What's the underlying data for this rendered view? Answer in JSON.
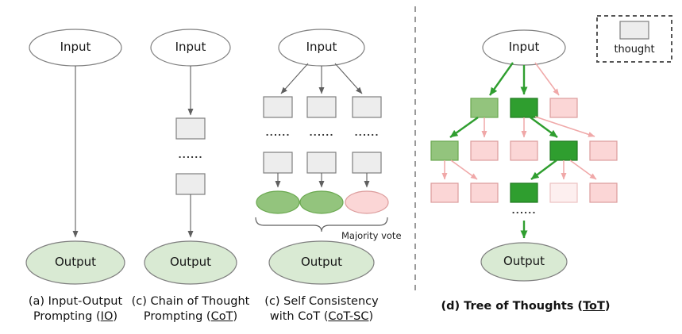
{
  "colors": {
    "node_white_fill": "#ffffff",
    "output_fill": "#d9ead3",
    "thought_box_fill": "#ededed",
    "green_mid_fill": "#93c47d",
    "green_dark_fill": "#2f9e2f",
    "pink_fill": "#fbd6d6",
    "pink_pale_fill": "#fdefef",
    "green_arrow": "#2f9e2f",
    "pink_arrow": "#f0a8a8",
    "gray_arrow": "#5f5f5f"
  },
  "panels": {
    "io": {
      "input_label": "Input",
      "output_label": "Output",
      "caption": {
        "line1": "(a) Input-Output",
        "line2_prefix": "Prompting (",
        "line2_underline": "IO",
        "line2_suffix": ")"
      }
    },
    "cot": {
      "input_label": "Input",
      "output_label": "Output",
      "dots": "......",
      "caption": {
        "line1": "(c) Chain of Thought",
        "line2_prefix": "Prompting (",
        "line2_underline": "CoT",
        "line2_suffix": ")"
      }
    },
    "cot_sc": {
      "input_label": "Input",
      "output_label": "Output",
      "dots": "......",
      "majority_vote_label": "Majority vote",
      "result_states": [
        "green",
        "green",
        "pink"
      ],
      "caption": {
        "line1": "(c) Self Consistency",
        "line2_prefix": "with CoT (",
        "line2_underline": "CoT-SC",
        "line2_suffix": ")"
      }
    },
    "tot": {
      "input_label": "Input",
      "output_label": "Output",
      "dots": "......",
      "legend_label": "thought",
      "level_states": [
        [
          "green-mid",
          "green-dark",
          "pink"
        ],
        [
          "green-mid",
          "pink",
          "pink",
          "green-dark",
          "pink"
        ],
        [
          "pink",
          "pink",
          "green-dark",
          "pale-pink",
          "pink"
        ]
      ],
      "caption": {
        "prefix": "(d) Tree of Thoughts (",
        "underline": "ToT",
        "suffix": ")"
      }
    }
  }
}
